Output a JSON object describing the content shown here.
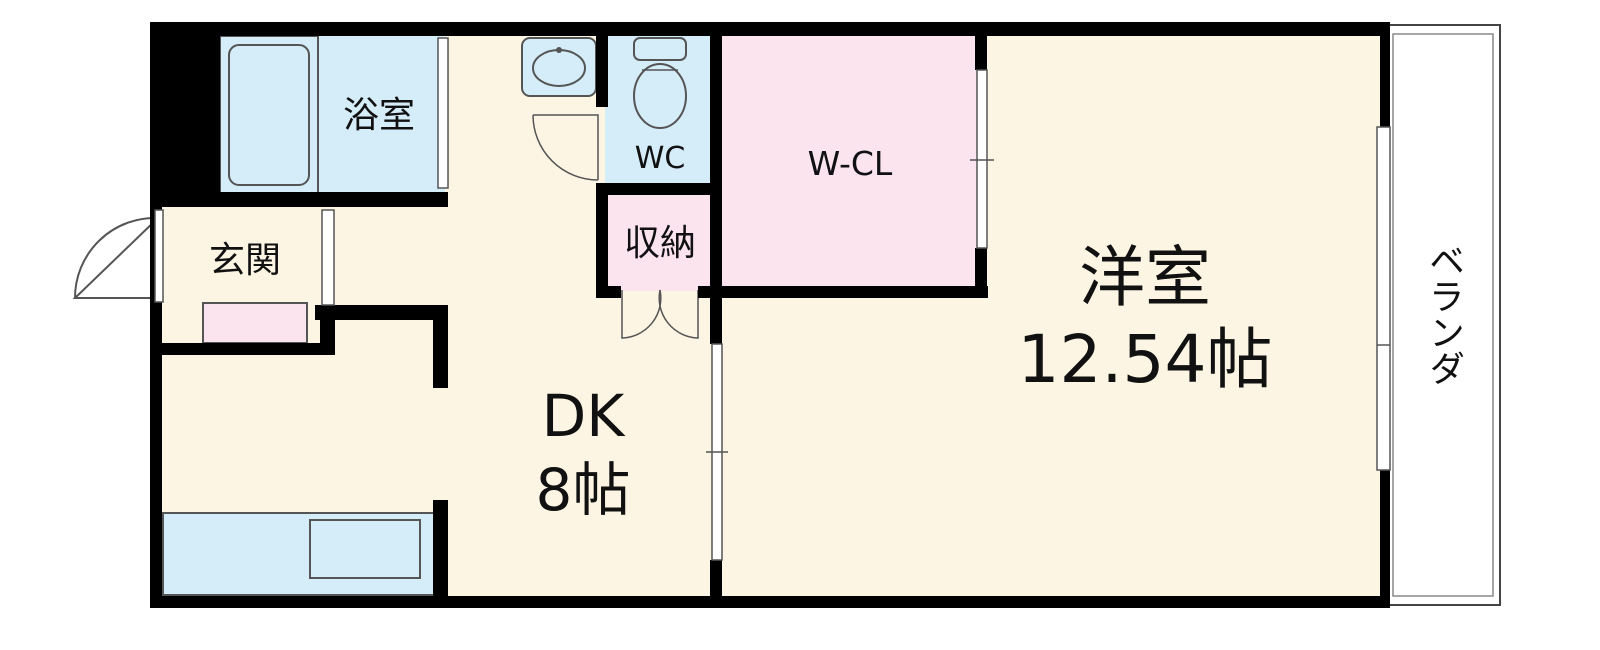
{
  "rooms": {
    "bath": "浴室",
    "wc": "WC",
    "walk_in_closet": "W-CL",
    "storage": "収納",
    "entrance": "玄関",
    "western_room": {
      "name": "洋室",
      "size": "12.54帖"
    },
    "dk": {
      "name": "DK",
      "size": "8帖"
    },
    "balcony": "ベランダ"
  },
  "colors": {
    "floor": "#fdf5e3",
    "wet_area": "#d5ecf9",
    "closet": "#fbe4ee",
    "wall": "#000000",
    "fixture_stroke": "#555555"
  }
}
